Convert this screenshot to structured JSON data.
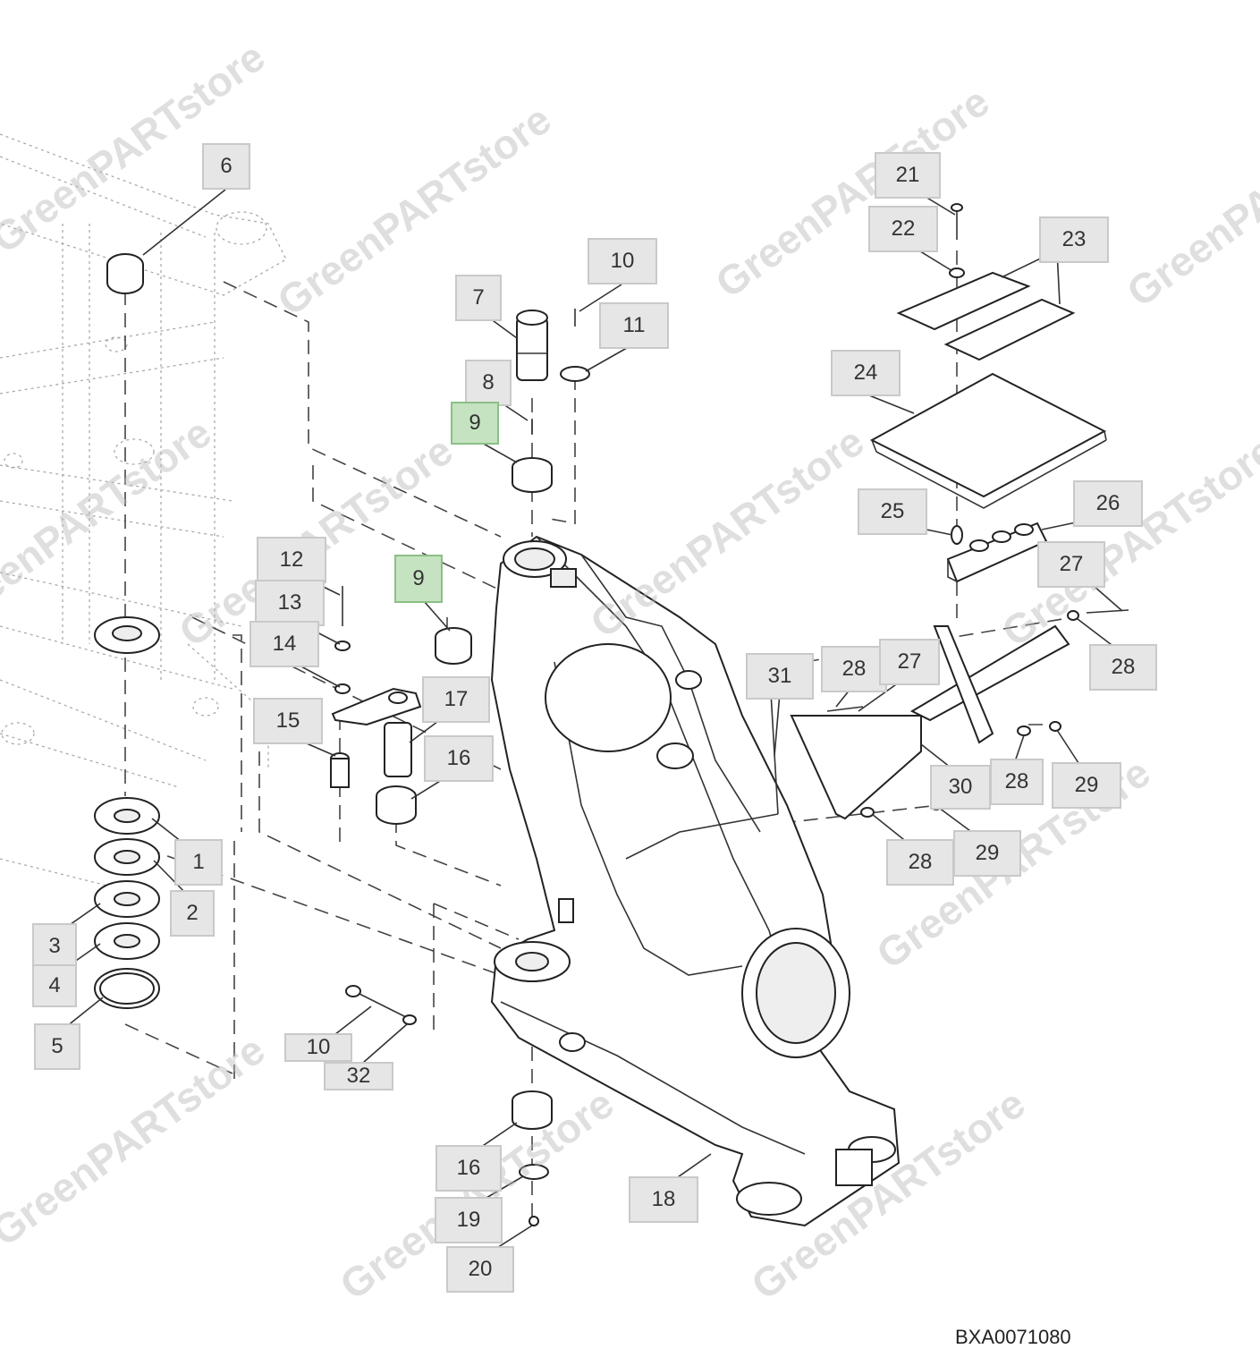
{
  "diagram": {
    "figure_code": "BXA0071080",
    "highlight_color": "#c5e3c0",
    "callout_labels": [
      {
        "id": "c6",
        "text": "6"
      },
      {
        "id": "c21",
        "text": "21"
      },
      {
        "id": "c22",
        "text": "22"
      },
      {
        "id": "c23",
        "text": "23"
      },
      {
        "id": "c10a",
        "text": "10"
      },
      {
        "id": "c7",
        "text": "7"
      },
      {
        "id": "c11",
        "text": "11"
      },
      {
        "id": "c24",
        "text": "24"
      },
      {
        "id": "c8",
        "text": "8"
      },
      {
        "id": "c9a",
        "text": "9",
        "highlighted": true
      },
      {
        "id": "c25",
        "text": "25"
      },
      {
        "id": "c26",
        "text": "26"
      },
      {
        "id": "c12",
        "text": "12"
      },
      {
        "id": "c9b",
        "text": "9",
        "highlighted": true
      },
      {
        "id": "c27a",
        "text": "27"
      },
      {
        "id": "c13",
        "text": "13"
      },
      {
        "id": "c14",
        "text": "14"
      },
      {
        "id": "c28a",
        "text": "28"
      },
      {
        "id": "c27b",
        "text": "27"
      },
      {
        "id": "c28b",
        "text": "28"
      },
      {
        "id": "c31",
        "text": "31"
      },
      {
        "id": "c17",
        "text": "17"
      },
      {
        "id": "c15",
        "text": "15"
      },
      {
        "id": "c16a",
        "text": "16"
      },
      {
        "id": "c30",
        "text": "30"
      },
      {
        "id": "c28c",
        "text": "28"
      },
      {
        "id": "c29a",
        "text": "29"
      },
      {
        "id": "c1",
        "text": "1"
      },
      {
        "id": "c29b",
        "text": "29"
      },
      {
        "id": "c28d",
        "text": "28"
      },
      {
        "id": "c2",
        "text": "2"
      },
      {
        "id": "c3",
        "text": "3"
      },
      {
        "id": "c4",
        "text": "4"
      },
      {
        "id": "c5",
        "text": "5"
      },
      {
        "id": "c10b",
        "text": "10"
      },
      {
        "id": "c32",
        "text": "32"
      },
      {
        "id": "c16b",
        "text": "16"
      },
      {
        "id": "c18",
        "text": "18"
      },
      {
        "id": "c19",
        "text": "19"
      },
      {
        "id": "c20",
        "text": "20"
      }
    ],
    "watermarks": [
      "GreenPARTstore",
      "GreenPARTstore",
      "GreenPARTstore",
      "GreenPARTstore",
      "GreenPARTstore",
      "GreenPARTstore",
      "GreenPARTstore",
      "GreenPARTstore",
      "GreenPARTstore",
      "GreenPARTstore",
      "GreenPARTstore",
      "GreenPARTstore"
    ]
  }
}
